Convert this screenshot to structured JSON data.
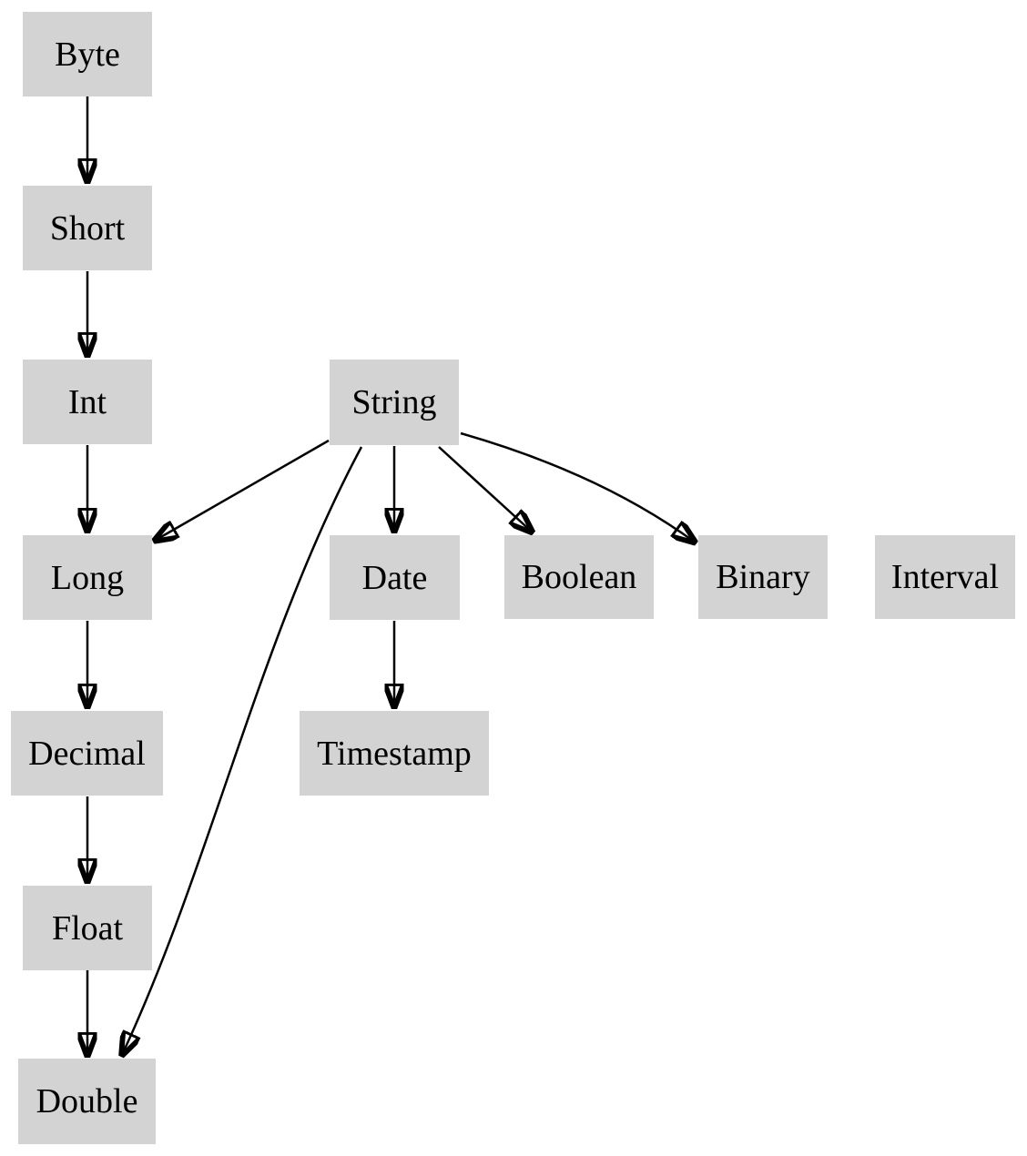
{
  "diagram": {
    "type": "directed-graph",
    "background_color": "#ffffff",
    "node_fill_color": "#d3d3d3",
    "node_text_color": "#000000",
    "edge_color": "#000000",
    "nodes": [
      {
        "id": "byte",
        "label": "Byte"
      },
      {
        "id": "short",
        "label": "Short"
      },
      {
        "id": "int",
        "label": "Int"
      },
      {
        "id": "string",
        "label": "String"
      },
      {
        "id": "long",
        "label": "Long"
      },
      {
        "id": "date",
        "label": "Date"
      },
      {
        "id": "boolean",
        "label": "Boolean"
      },
      {
        "id": "binary",
        "label": "Binary"
      },
      {
        "id": "interval",
        "label": "Interval"
      },
      {
        "id": "decimal",
        "label": "Decimal"
      },
      {
        "id": "timestamp",
        "label": "Timestamp"
      },
      {
        "id": "float",
        "label": "Float"
      },
      {
        "id": "double",
        "label": "Double"
      }
    ],
    "edges": [
      {
        "from": "Byte",
        "to": "Short"
      },
      {
        "from": "Short",
        "to": "Int"
      },
      {
        "from": "Int",
        "to": "Long"
      },
      {
        "from": "Long",
        "to": "Decimal"
      },
      {
        "from": "Decimal",
        "to": "Float"
      },
      {
        "from": "Float",
        "to": "Double"
      },
      {
        "from": "String",
        "to": "Long"
      },
      {
        "from": "String",
        "to": "Double"
      },
      {
        "from": "String",
        "to": "Date"
      },
      {
        "from": "String",
        "to": "Boolean"
      },
      {
        "from": "String",
        "to": "Binary"
      },
      {
        "from": "Date",
        "to": "Timestamp"
      }
    ]
  }
}
